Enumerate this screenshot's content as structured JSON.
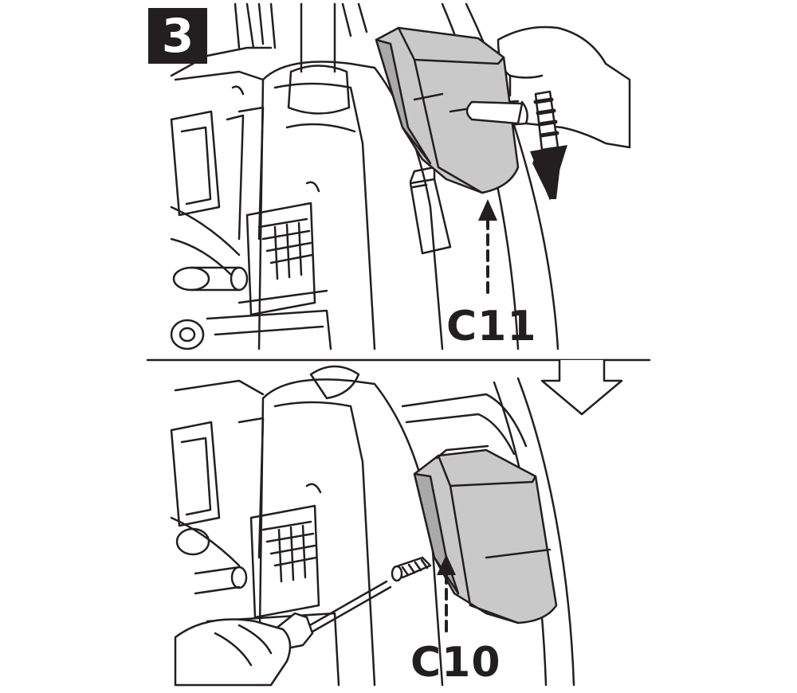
{
  "step": {
    "number": "3"
  },
  "callouts": {
    "upper": "C11",
    "lower": "C10"
  },
  "colors": {
    "ink": "#231f20",
    "part_fill": "#c9c9c9",
    "part_fill_dark": "#a9a9a9",
    "background": "#ffffff"
  },
  "icons": [
    "push-down-arrow-icon",
    "continue-arrow-icon",
    "dashed-up-arrow-icon",
    "screwdriver-icon",
    "screw-icon",
    "hand-icon"
  ]
}
